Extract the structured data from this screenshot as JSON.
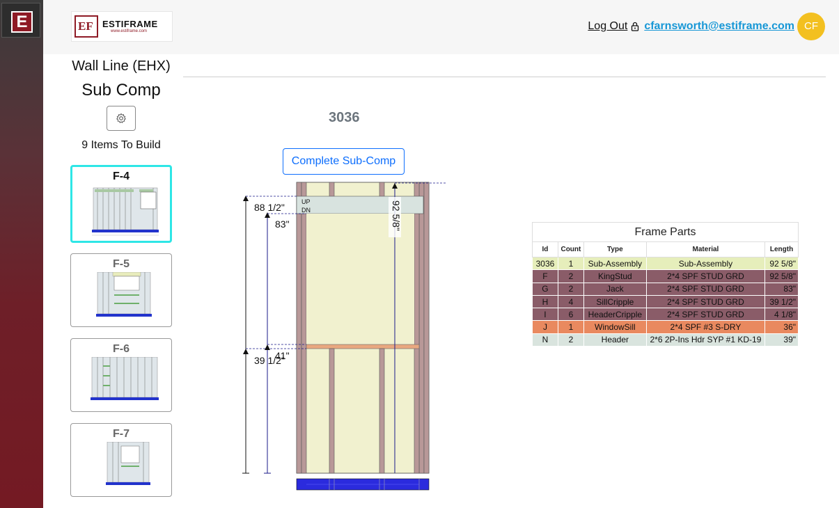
{
  "app": {
    "sidebar_logo_letter": "E",
    "brand_mark": "EF",
    "brand_name": "ESTIFRAME",
    "brand_url": "www.estiframe.com"
  },
  "header": {
    "logout_label": "Log Out",
    "email": "cfarnsworth@estiframe.com",
    "avatar_initials": "CF"
  },
  "left": {
    "wall_line": "Wall Line (EHX)",
    "sub_comp": "Sub Comp",
    "items_to_build": "9 Items To Build",
    "cards": [
      {
        "label": "F-4",
        "active": true
      },
      {
        "label": "F-5",
        "active": false
      },
      {
        "label": "F-6",
        "active": false
      },
      {
        "label": "F-7",
        "active": false
      }
    ]
  },
  "main": {
    "assembly_id": "3036",
    "complete_button": "Complete Sub-Comp",
    "drawing": {
      "dim_top_outer": "88 1/2\"",
      "dim_top_inner": "83\"",
      "dim_height": "92 5/8\"",
      "dim_bottom_outer": "39 1/2\"",
      "dim_bottom_inner": "41\"",
      "label_up": "UP",
      "label_dn": "DN"
    }
  },
  "frame_parts": {
    "title": "Frame Parts",
    "columns": [
      "Id",
      "Count",
      "Type",
      "Material",
      "Length"
    ],
    "rows": [
      {
        "id": "3036",
        "count": "1",
        "type": "Sub-Assembly",
        "material": "Sub-Assembly",
        "length": "92 5/8\"",
        "color": "#e6eebb"
      },
      {
        "id": "F",
        "count": "2",
        "type": "KingStud",
        "material": "2*4 SPF STUD GRD",
        "length": "92 5/8\"",
        "color": "#8a5c68"
      },
      {
        "id": "G",
        "count": "2",
        "type": "Jack",
        "material": "2*4 SPF STUD GRD",
        "length": "83\"",
        "color": "#8a5c68"
      },
      {
        "id": "H",
        "count": "4",
        "type": "SillCripple",
        "material": "2*4 SPF STUD GRD",
        "length": "39 1/2\"",
        "color": "#8a5c68"
      },
      {
        "id": "I",
        "count": "6",
        "type": "HeaderCripple",
        "material": "2*4 SPF STUD GRD",
        "length": "4 1/8\"",
        "color": "#8a5c68"
      },
      {
        "id": "J",
        "count": "1",
        "type": "WindowSill",
        "material": "2*4 SPF #3 S-DRY",
        "length": "36\"",
        "color": "#e9895f"
      },
      {
        "id": "N",
        "count": "2",
        "type": "Header",
        "material": "2*6 2P-Ins Hdr SYP #1 KD-19",
        "length": "39\"",
        "color": "#d9e4de"
      }
    ]
  }
}
